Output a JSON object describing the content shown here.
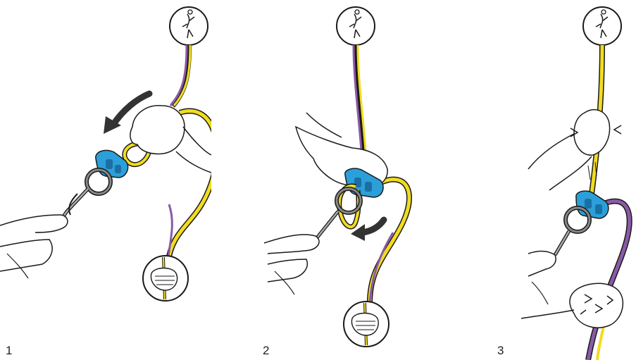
{
  "steps": [
    {
      "number": "1"
    },
    {
      "number": "2"
    },
    {
      "number": "3"
    }
  ],
  "colors": {
    "rope_yellow": "#f2dc1e",
    "rope_purple": "#8a5aa6",
    "device_blue": "#2b9fd9",
    "device_dark": "#1c6fa3",
    "outline": "#1a1a1a",
    "hand": "#ffffff"
  },
  "icons": [
    "climber-icon",
    "belayer-hand-icon",
    "direction-arrow-icon",
    "belay-device-icon",
    "carabiner-icon"
  ]
}
